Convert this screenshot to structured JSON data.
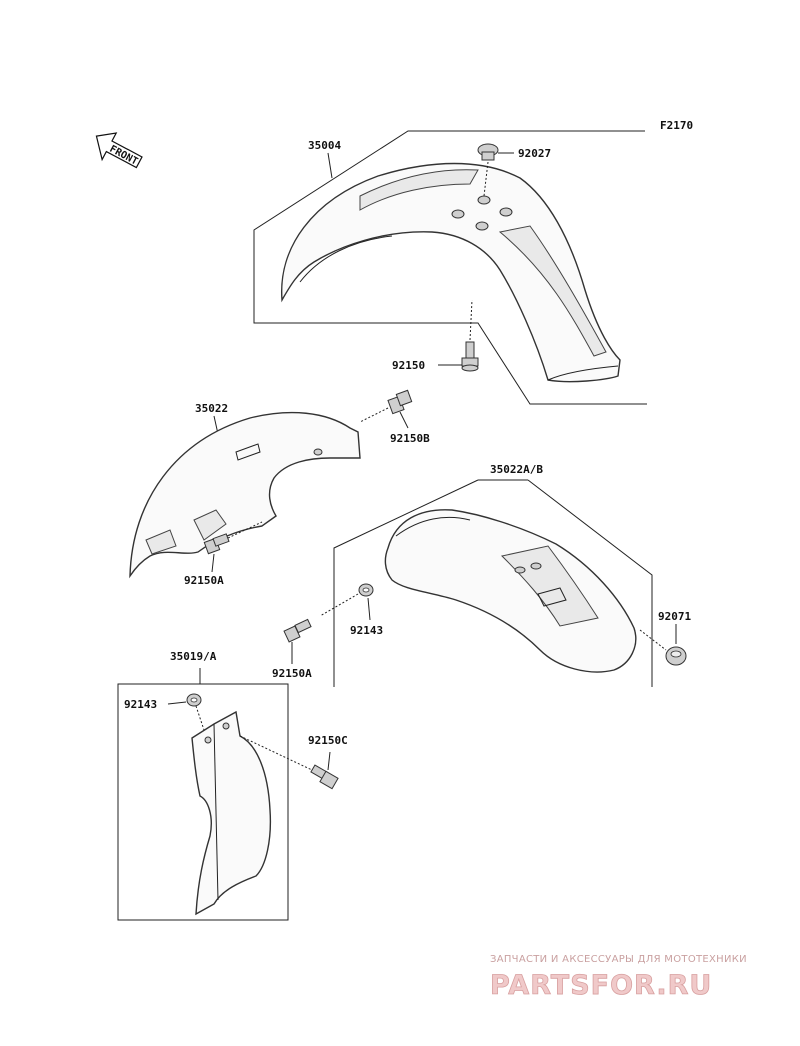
{
  "figure_code": "F2170",
  "front_label": "FRONT",
  "labels": {
    "p35004": "35004",
    "p92027": "92027",
    "p92150": "92150",
    "p35022": "35022",
    "p92150B": "92150B",
    "p92150A_1": "92150A",
    "p35022AB": "35022A/B",
    "p92143_1": "92143",
    "p92071": "92071",
    "p92150A_2": "92150A",
    "p35019A": "35019/A",
    "p92143_2": "92143",
    "p92150C": "92150C"
  },
  "watermark": {
    "caption": "ЗАПЧАСТИ И АКСЕССУАРЫ ДЛЯ МОТОТЕХНИКИ",
    "brand": "PARTSFOR.RU"
  }
}
